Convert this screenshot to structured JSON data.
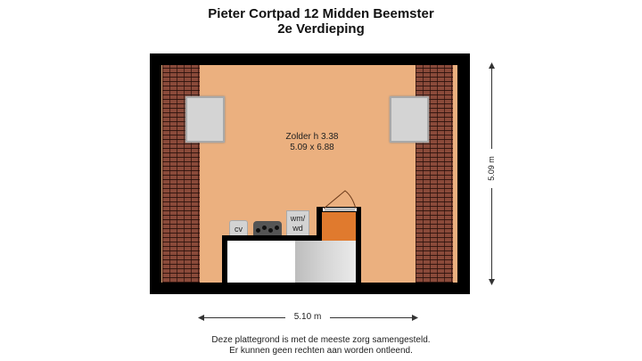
{
  "header": {
    "title": "Pieter Cortpad 12 Midden Beemster",
    "subtitle": "2e Verdieping"
  },
  "room": {
    "name": "Zolder h 3.38",
    "size": "5.09 x 6.88"
  },
  "appliances": {
    "cv": "cv",
    "wm_line1": "wm/",
    "wm_line2": "wd"
  },
  "dimensions": {
    "width": "5.10 m",
    "height": "5.09 m"
  },
  "disclaimer": {
    "line1": "Deze plattegrond is met de meeste zorg samengesteld.",
    "line2": "Er kunnen geen rechten aan worden ontleend."
  },
  "colors": {
    "floor": "#ebb07f",
    "brick": "#8a4a3a",
    "stair_landing": "#e07a2e",
    "walls": "#000000",
    "window": "#d4d4d4"
  }
}
